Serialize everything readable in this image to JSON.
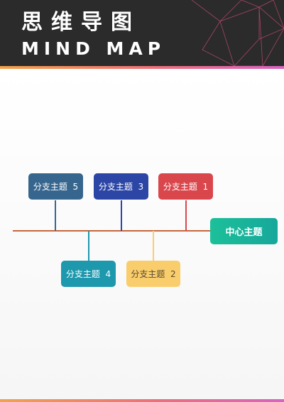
{
  "header": {
    "title_cn": "思维导图",
    "title_en": "MIND MAP"
  },
  "diagram": {
    "center": "中心主题",
    "branches": [
      {
        "label": "分支主题  1",
        "color": "#d9474d"
      },
      {
        "label": "分支主题  2",
        "color": "#f9cd6b"
      },
      {
        "label": "分支主题  3",
        "color": "#2c46a6"
      },
      {
        "label": "分支主题  4",
        "color": "#1d98ad"
      },
      {
        "label": "分支主题  5",
        "color": "#36668e"
      }
    ],
    "spine_color": "#c5673d",
    "center_color": "#19b59a"
  }
}
